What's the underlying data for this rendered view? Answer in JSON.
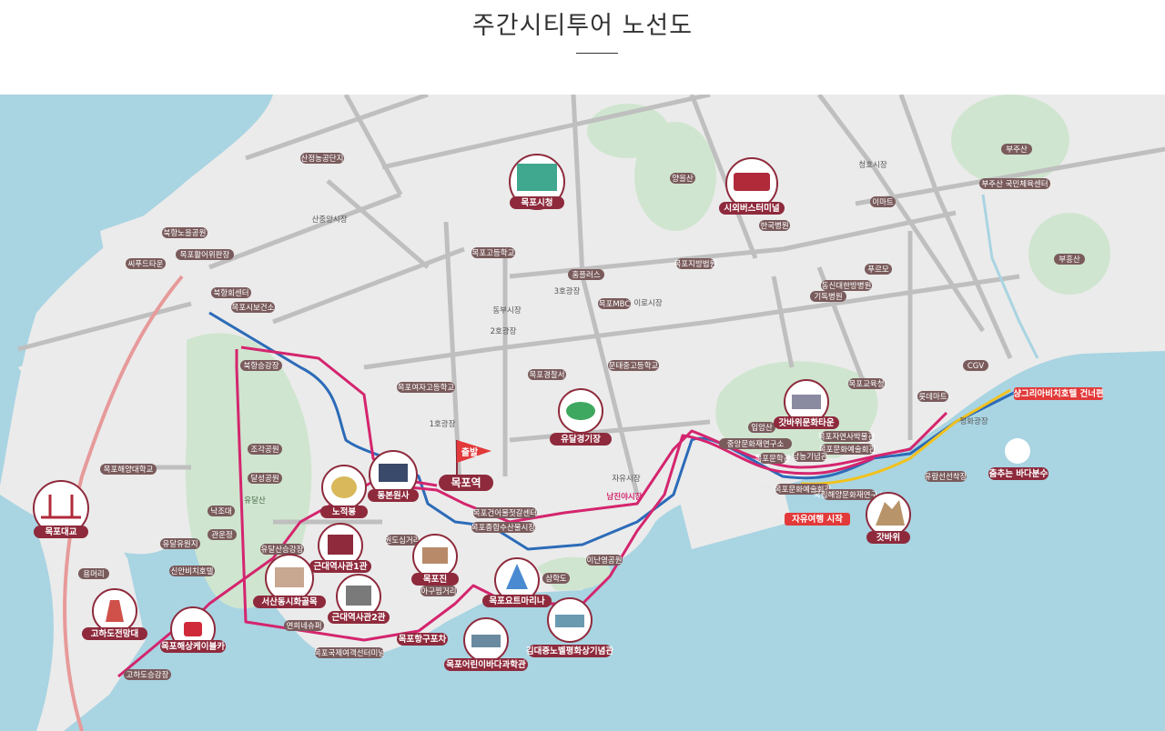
{
  "page": {
    "title": "주간시티투어 노선도"
  },
  "colors": {
    "sea": "#a9d4e2",
    "land": "#ebebeb",
    "road": "#bfbfbf",
    "park": "#cfe5cf",
    "label_bg": "#7a5b5c",
    "badge_bg": "#8e2a3c",
    "route_pink": "#d4256e",
    "route_blue": "#2c6bb8",
    "route_red": "#e23a3a",
    "route_yellow": "#f2c21c",
    "rail": "#e79a9a"
  },
  "map": {
    "start_flag": "출발",
    "start_station": "목포역",
    "free_tour": "자유여행 시작",
    "shangri_la": "샹그리아비치호텔 건너편",
    "badges": {
      "mokpo_city_hall": "목포시청",
      "intercity_bus": "시외버스터미널",
      "mokpo_bridge": "목포대교",
      "dongbonwonsa": "동본원사",
      "nojeokbong": "노적봉",
      "modern_museum_1": "근대역사관1관",
      "modern_museum_2": "근대역사관2관",
      "seosan_village": "서산동시화골목",
      "mokpojin": "목포진",
      "yudal_stadium": "유달경기장",
      "gatbawi_center": "갓바위문화타운",
      "gatbawi": "갓바위",
      "marina": "목포요트마리나",
      "cable_car": "목포해상케이블카",
      "gohado_tower": "고하도전망대",
      "port_pocha": "목포항구포차",
      "children_museum": "목포어린이바다과학관",
      "kdj_hall": "김대중노벨평화상기념관",
      "fountain": "춤추는 바다분수"
    },
    "places": {
      "sanjeong_complex": "산정농공단지",
      "sanjeong_market": "산중앙시장",
      "bukhang_park": "북항노을공원",
      "whale_center": "목포활어위판장",
      "ssipuri": "씨푸드타운",
      "bukhang_center": "북항회센터",
      "health_center": "목포시보건소",
      "mokpo_high": "목포고등학교",
      "dongbu_market": "동부시장",
      "plaza2": "2호광장",
      "plaza3": "3호광장",
      "homeplus": "홈플러스",
      "mokpo_mbc": "목포MBC",
      "ilo_market": "이로시장",
      "mokpo_court": "목포지방법원",
      "mokpo_hospital": "한국병원",
      "emart": "이마트",
      "cheongho_market": "청호시장",
      "busan": "부주산",
      "busan_park": "부주산 국민체육센터",
      "buheungsan": "부흥산",
      "yangeulsan": "양을산",
      "prugio": "푸르모",
      "dongsin_hospital": "동신대한방병원",
      "kidok_hospital": "기독병원",
      "cgv": "CGV",
      "mokpo_girls_high": "목포여자고등학교",
      "plaza1": "1호광장",
      "police": "목포경찰서",
      "mundae_high": "문태중고등학교",
      "bukhang_ferry": "북항승강장",
      "jogak_park": "조각공원",
      "dalsung_park": "달성공원",
      "yudalsan": "유달산",
      "nakjodae": "낙조대",
      "gwanunjeong": "관운정",
      "yudal_cheongsam": "유달유원지",
      "yudalsan_ferry": "유달산승강장",
      "sinan_bicycle": "신안비치호텔",
      "mokpo_maritime_univ": "목포해양대학교",
      "yongeori": "용머리",
      "gohado_ferry": "고하도승강장",
      "yeonhee_street": "연희네슈퍼",
      "intl_center": "목포국제여객선터미널",
      "ewha_street": "원도심거리",
      "ajumma": "아구찜거리",
      "mokpo_food": "목포건어물젓갈센터",
      "coastal_fish": "목포종합수산물시장",
      "jayu_market": "자유시장",
      "namjin_market": "남진야시장",
      "ijeong_hall": "이난영공원",
      "samhakdo": "삼학도",
      "ipam_sq": "입암산",
      "jungang_museum": "중앙문화재연구소",
      "ocean_museum": "목포자연사박물관",
      "mokpo_museum": "목포문화예술회관",
      "namnong": "남농기념관",
      "munhwa_center": "목포문학관",
      "ocean_culture": "국립해양문화재연구소",
      "munhwa_art": "목포문화예술회관",
      "pyeonghwa": "평화광장",
      "lotte_mart": "롯데마트",
      "mokpo_edu": "목포교육청",
      "yudal_pier": "유람선선착장"
    }
  }
}
